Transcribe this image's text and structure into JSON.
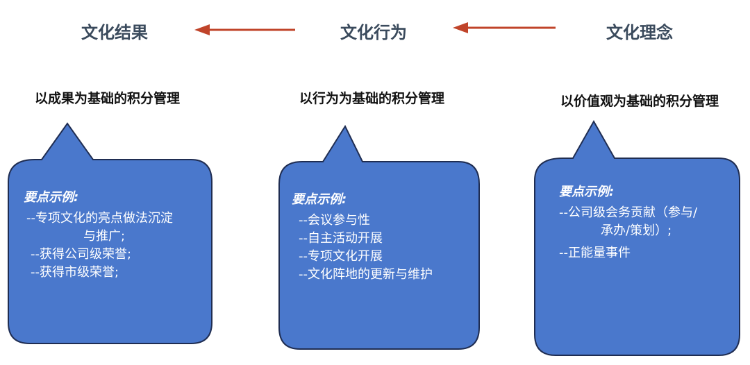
{
  "colors": {
    "arrow": "#c0442a",
    "bubble_fill": "#4a78cc",
    "bubble_stroke": "#1f2d52",
    "header_text": "#3a4a5c"
  },
  "headers": {
    "left": "文化结果",
    "middle": "文化行为",
    "right": "文化理念"
  },
  "columns": [
    {
      "title": "以成果为基础的积分管理",
      "heading": "要点示例:",
      "lines": [
        "--专项文化的亮点做法沉淀",
        "与推广;",
        "--获得公司级荣誉;",
        "--获得市级荣誉;"
      ]
    },
    {
      "title": "以行为为基础的积分管理",
      "heading": "要点示例:",
      "lines": [
        "--会议参与性",
        "--自主活动开展",
        "--专项文化开展",
        "--文化阵地的更新与维护"
      ]
    },
    {
      "title": "以价值观为基础的积分管理",
      "heading": "要点示例:",
      "lines": [
        "--公司级会务贡献（参与/",
        "承办/策划）;",
        "--正能量事件"
      ]
    }
  ]
}
